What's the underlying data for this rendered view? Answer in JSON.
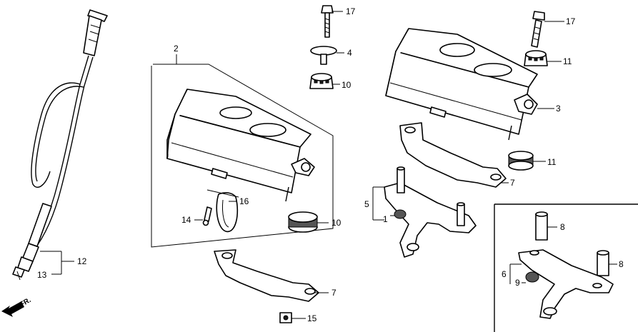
{
  "callouts": {
    "c1": "1",
    "c2": "2",
    "c3": "3",
    "c4": "4",
    "c5": "5",
    "c6": "6",
    "c7a": "7",
    "c7b": "7",
    "c8a": "8",
    "c8b": "8",
    "c9": "9",
    "c10a": "10",
    "c10b": "10",
    "c11a": "11",
    "c11b": "11",
    "c12": "12",
    "c13": "13",
    "c14": "14",
    "c15": "15",
    "c16": "16",
    "c17a": "17",
    "c17b": "17"
  },
  "direction_label": "FR.",
  "colors": {
    "line": "#000000",
    "background": "#ffffff"
  }
}
